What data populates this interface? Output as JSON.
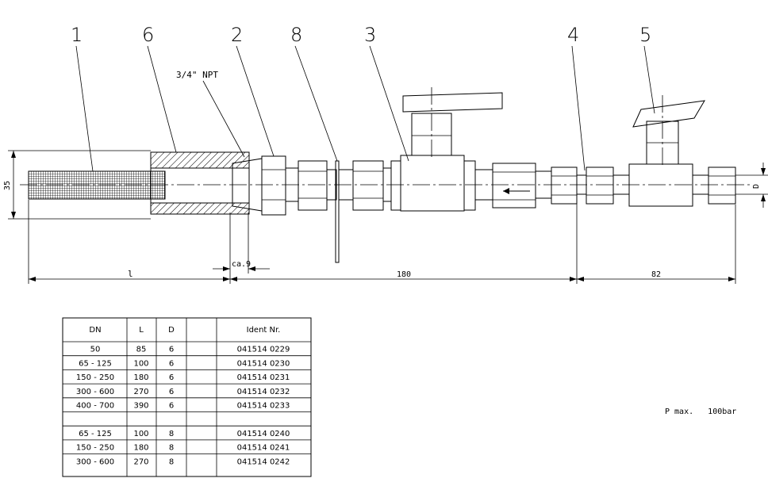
{
  "callouts": [
    "1",
    "6",
    "2",
    "8",
    "3",
    "4",
    "5"
  ],
  "thread_label": "3/4\" NPT",
  "dimensions": {
    "height": "35",
    "approx": "ca.9",
    "length": "l",
    "middle": "180",
    "right": "82",
    "diameter": "D"
  },
  "table": {
    "headers": [
      "DN",
      "L",
      "D",
      "",
      "Ident Nr."
    ],
    "rows": [
      [
        "50",
        "85",
        "6",
        "",
        "041514 0229"
      ],
      [
        "65 - 125",
        "100",
        "6",
        "",
        "041514 0230"
      ],
      [
        "150 - 250",
        "180",
        "6",
        "",
        "041514 0231"
      ],
      [
        "300 - 600",
        "270",
        "6",
        "",
        "041514 0232"
      ],
      [
        "400 - 700",
        "390",
        "6",
        "",
        "041514 0233"
      ],
      [
        "",
        "",
        "",
        "",
        ""
      ],
      [
        "65 - 125",
        "100",
        "8",
        "",
        "041514 0240"
      ],
      [
        "150 - 250",
        "180",
        "8",
        "",
        "041514 0241"
      ],
      [
        "300 - 600",
        "270",
        "8",
        "",
        "041514 0242"
      ]
    ]
  },
  "pressure_note": "P max.   100bar"
}
